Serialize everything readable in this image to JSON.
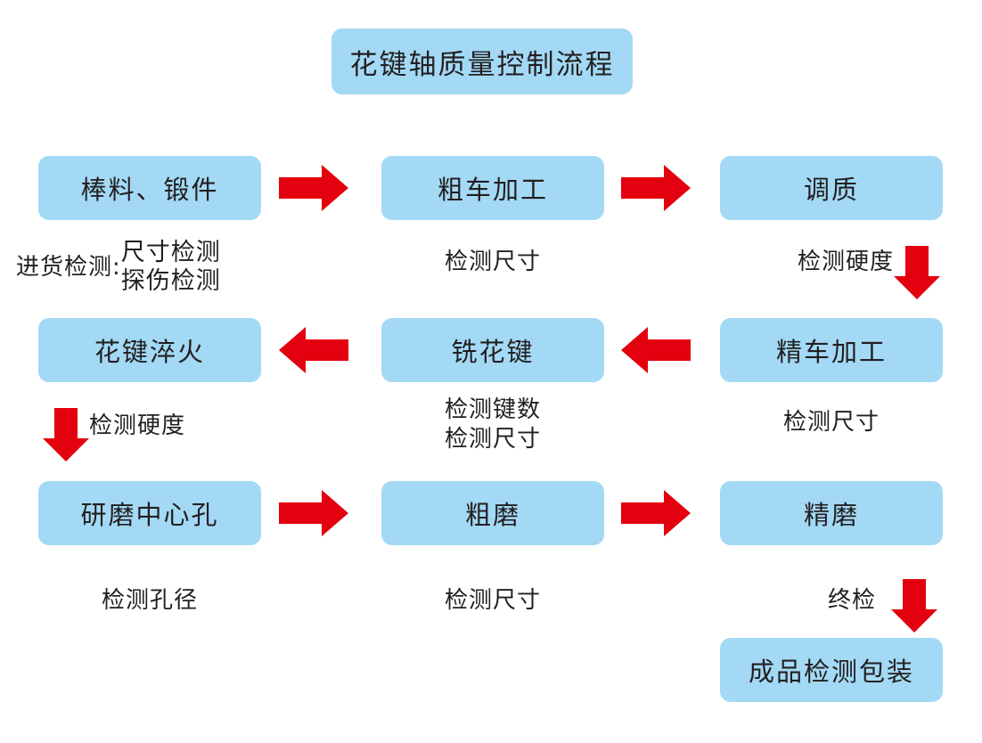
{
  "title": "花键轴质量控制流程",
  "colors": {
    "box_fill": "#a3d9f5",
    "arrow_red": "#e3000f",
    "text": "#231f20",
    "background": "#ffffff"
  },
  "nodes": {
    "r1c1": "棒料、锻件",
    "r1c2": "粗车加工",
    "r1c3": "调质",
    "r2c1": "花键淬火",
    "r2c2": "铣花键",
    "r2c3": "精车加工",
    "r3c1": "研磨中心孔",
    "r3c2": "粗磨",
    "r3c3": "精磨",
    "r4c3": "成品检测包装"
  },
  "captions": {
    "incoming_label": "进货检测:",
    "incoming_line1": "尺寸检测",
    "incoming_line2": "探伤检测",
    "r1c2": "检测尺寸",
    "r1c3": "检测硬度",
    "r2c1": "检测硬度",
    "r2c2_line1": "检测键数",
    "r2c2_line2": "检测尺寸",
    "r2c3": "检测尺寸",
    "r3c1": "检测孔径",
    "r3c2": "检测尺寸",
    "r3c3": "终检"
  },
  "arrows": {
    "r1_a": "arrow-right-icon",
    "r1_b": "arrow-right-icon",
    "r2_a": "arrow-left-icon",
    "r2_b": "arrow-left-icon",
    "r3_a": "arrow-right-icon",
    "r3_b": "arrow-right-icon",
    "down_r1c3": "arrow-down-icon",
    "down_r2c1": "arrow-down-icon",
    "down_r3c3": "arrow-down-icon"
  }
}
